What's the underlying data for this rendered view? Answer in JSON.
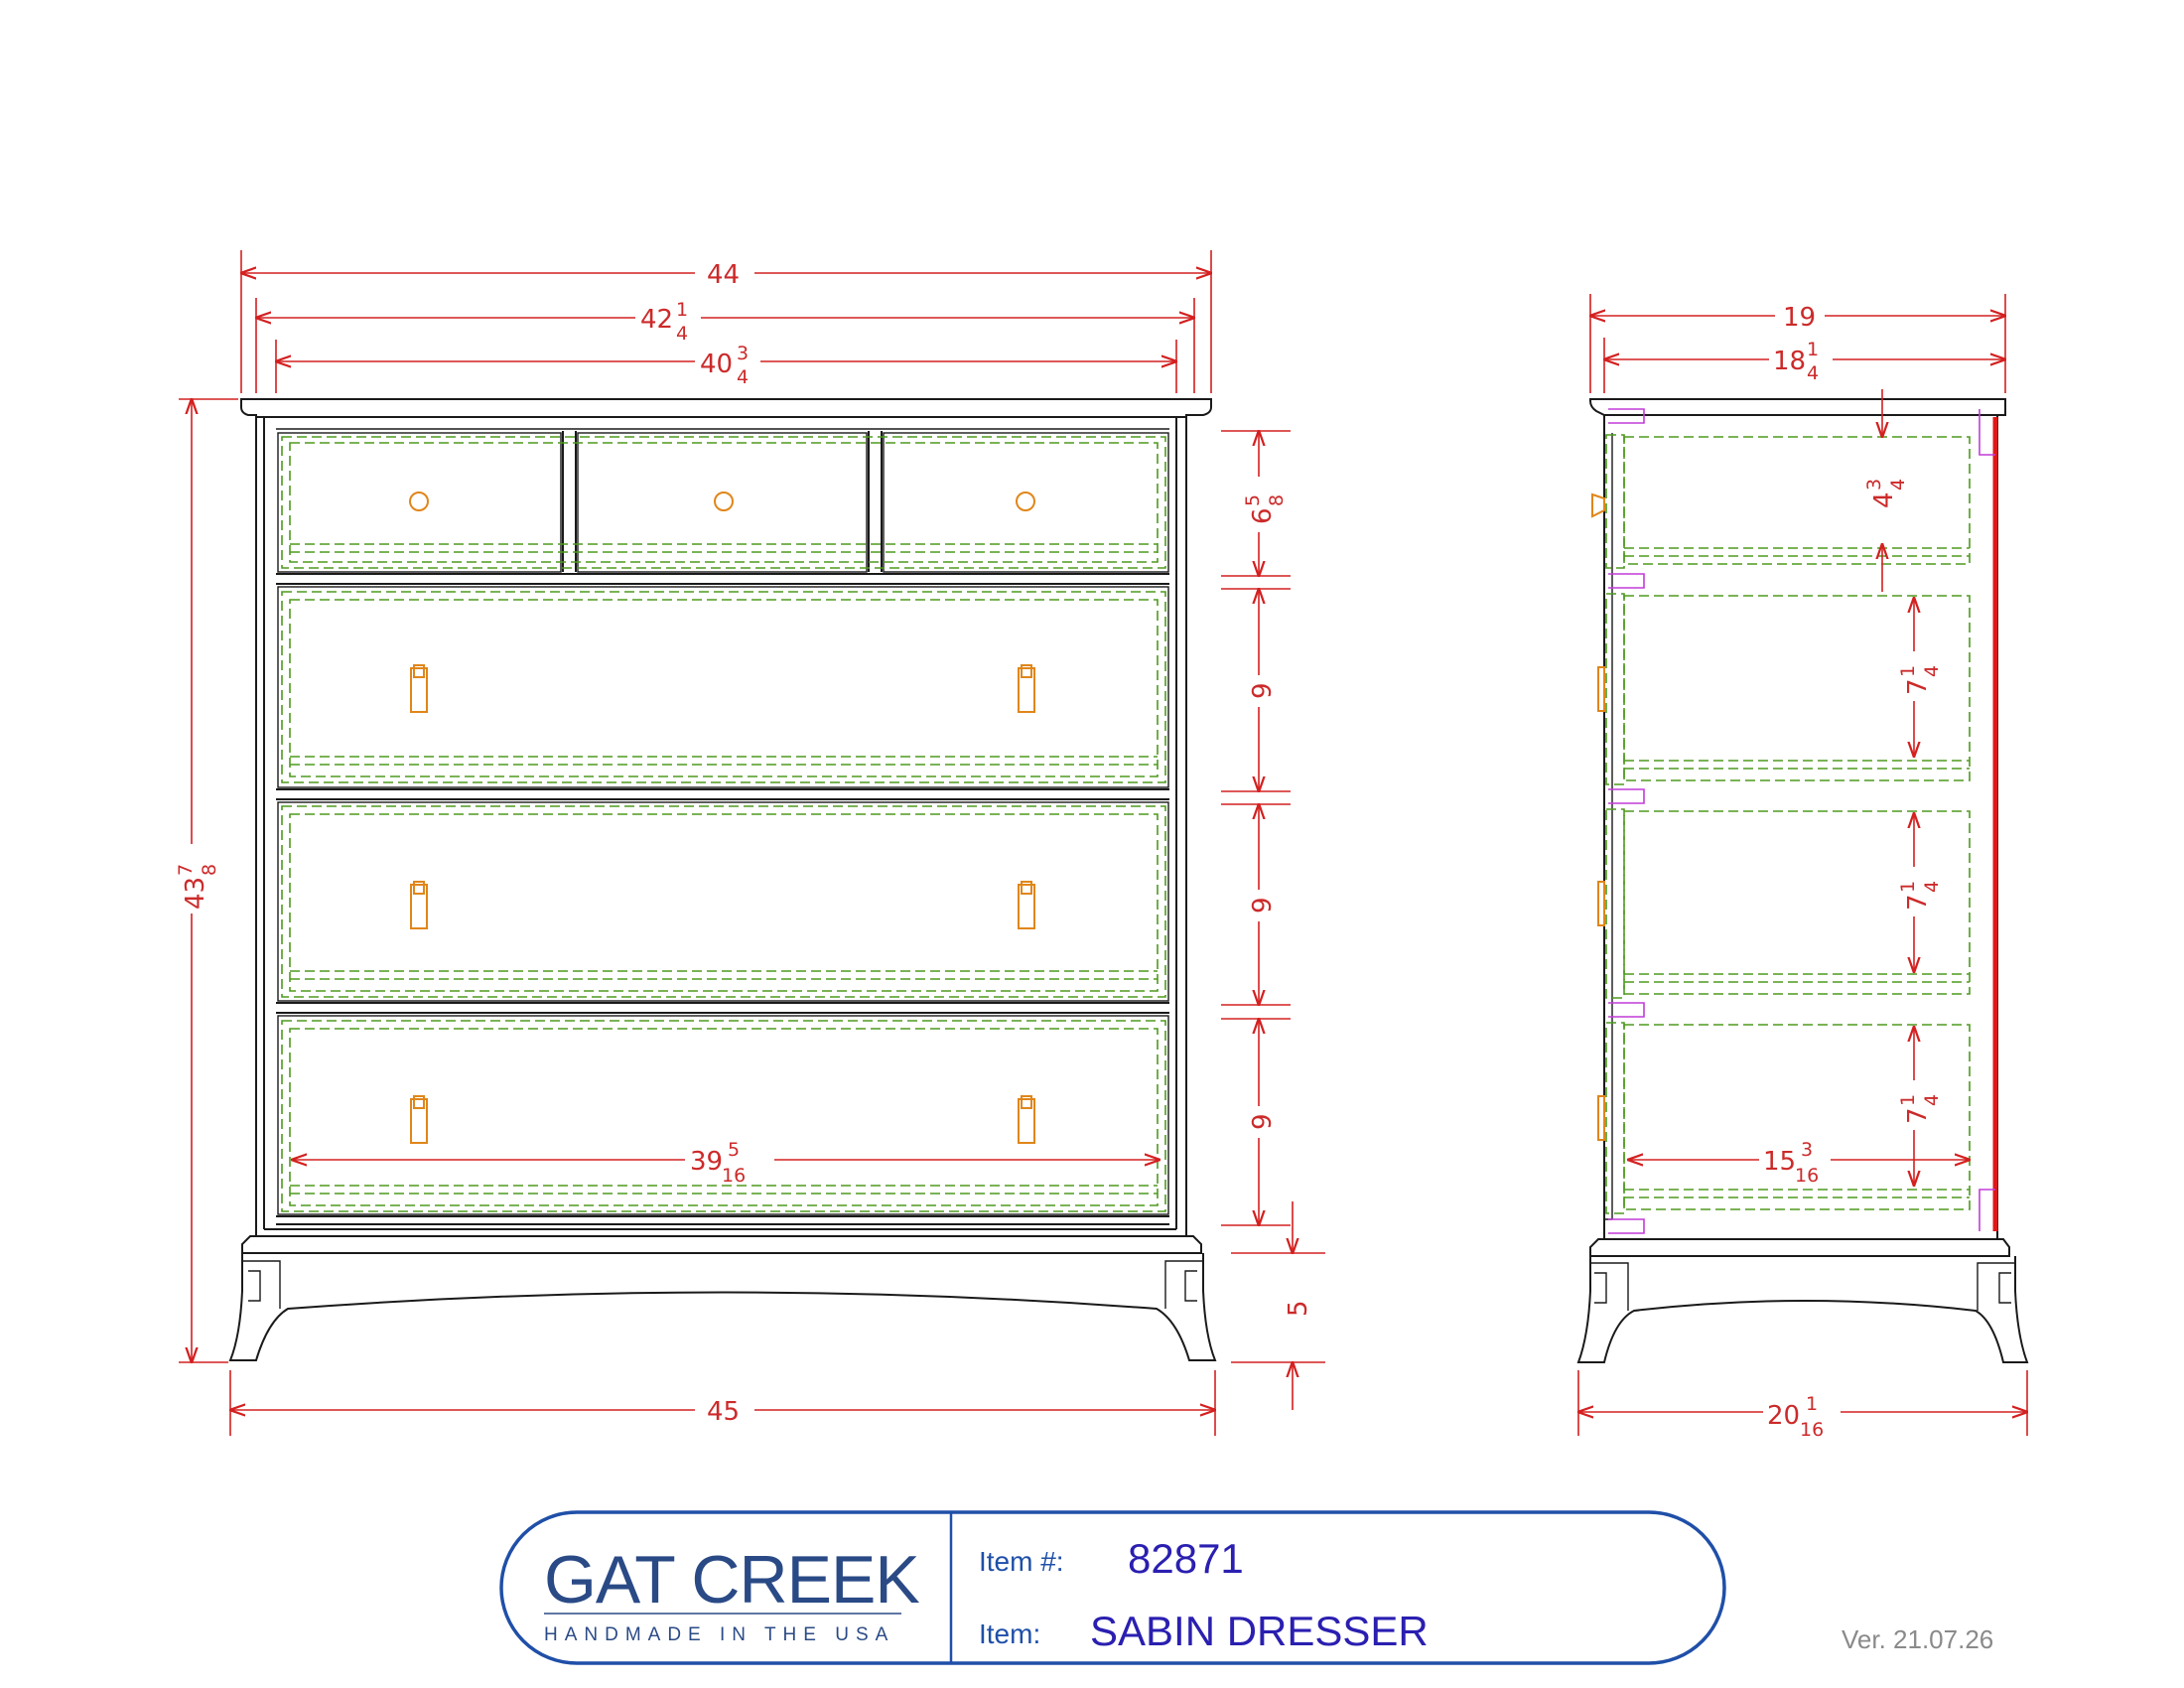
{
  "front_view": {
    "dims": {
      "overall_top": {
        "int": "44",
        "num": "",
        "den": ""
      },
      "case_width": {
        "int": "42",
        "num": "1",
        "den": "4"
      },
      "inner_width": {
        "int": "40",
        "num": "3",
        "den": "4"
      },
      "overall_height": {
        "int": "43",
        "num": "7",
        "den": "8"
      },
      "drawer1_height": {
        "int": "6",
        "num": "5",
        "den": "8"
      },
      "drawer2_height": {
        "int": "9",
        "num": "",
        "den": ""
      },
      "drawer3_height": {
        "int": "9",
        "num": "",
        "den": ""
      },
      "drawer4_height": {
        "int": "9",
        "num": "",
        "den": ""
      },
      "base_height": {
        "int": "5",
        "num": "",
        "den": ""
      },
      "drawer_box_width": {
        "int": "39",
        "num": "5",
        "den": "16"
      },
      "overall_base": {
        "int": "45",
        "num": "",
        "den": ""
      }
    }
  },
  "side_view": {
    "dims": {
      "overall_depth": {
        "int": "19",
        "num": "",
        "den": ""
      },
      "case_depth": {
        "int": "18",
        "num": "1",
        "den": "4"
      },
      "drawer1_box_height": {
        "int": "4",
        "num": "3",
        "den": "4"
      },
      "drawer2_box_height": {
        "int": "7",
        "num": "1",
        "den": "4"
      },
      "drawer3_box_height": {
        "int": "7",
        "num": "1",
        "den": "4"
      },
      "drawer4_box_height": {
        "int": "7",
        "num": "1",
        "den": "4"
      },
      "drawer_box_depth": {
        "int": "15",
        "num": "3",
        "den": "16"
      },
      "base_depth": {
        "int": "20",
        "num": "1",
        "den": "16"
      }
    }
  },
  "title_block": {
    "logo_main": "GAT CREEK",
    "logo_sub": "HANDMADE IN THE USA",
    "item_number_label": "Item #:",
    "item_number": "82871",
    "item_label": "Item:",
    "item_name": "SABIN DRESSER",
    "version": "Ver. 21.07.26"
  },
  "colors": {
    "dimension": "#cc2a2a",
    "outline": "#1a1a1a",
    "hidden_lines": "#4e9a1e",
    "hardware": "#e0861a",
    "joinery": "#c23bd8",
    "logo": "#2a4a86",
    "title_text": "#2a1fb0"
  }
}
